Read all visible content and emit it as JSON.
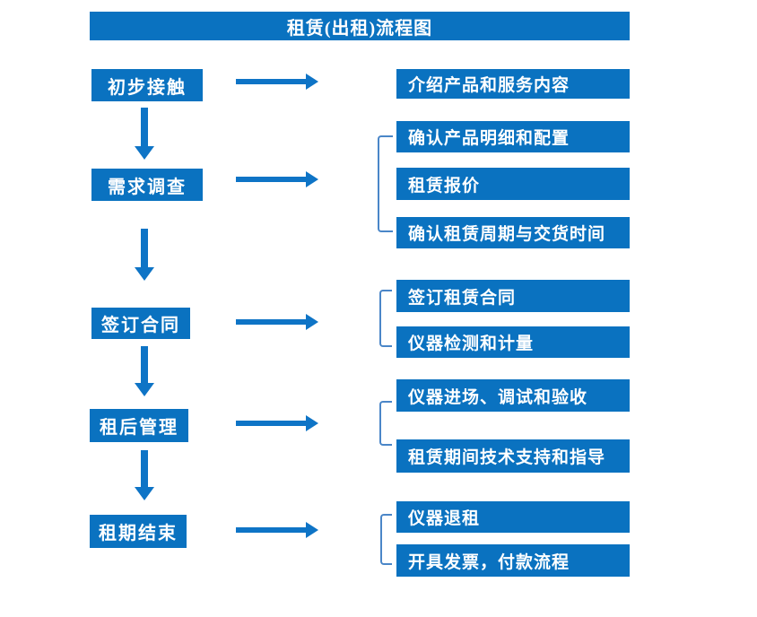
{
  "title": "租赁(出租)流程图",
  "colors": {
    "box_blue": "#0a72c0",
    "arrow_blue": "#0e74c6",
    "bracket_blue": "#4a86c8",
    "text": "#ffffff",
    "background": "#ffffff"
  },
  "steps": [
    {
      "label": "初步接触",
      "targets": [
        "介绍产品和服务内容"
      ]
    },
    {
      "label": "需求调查",
      "targets": [
        "确认产品明细和配置",
        "租赁报价",
        "确认租赁周期与交货时间"
      ]
    },
    {
      "label": "签订合同",
      "targets": [
        "签订租赁合同",
        "仪器检测和计量"
      ]
    },
    {
      "label": "租后管理",
      "targets": [
        "仪器进场、调试和验收",
        "租赁期间技术支持和指导"
      ]
    },
    {
      "label": "租期结束",
      "targets": [
        "仪器退租",
        "开具发票，付款流程"
      ]
    }
  ]
}
